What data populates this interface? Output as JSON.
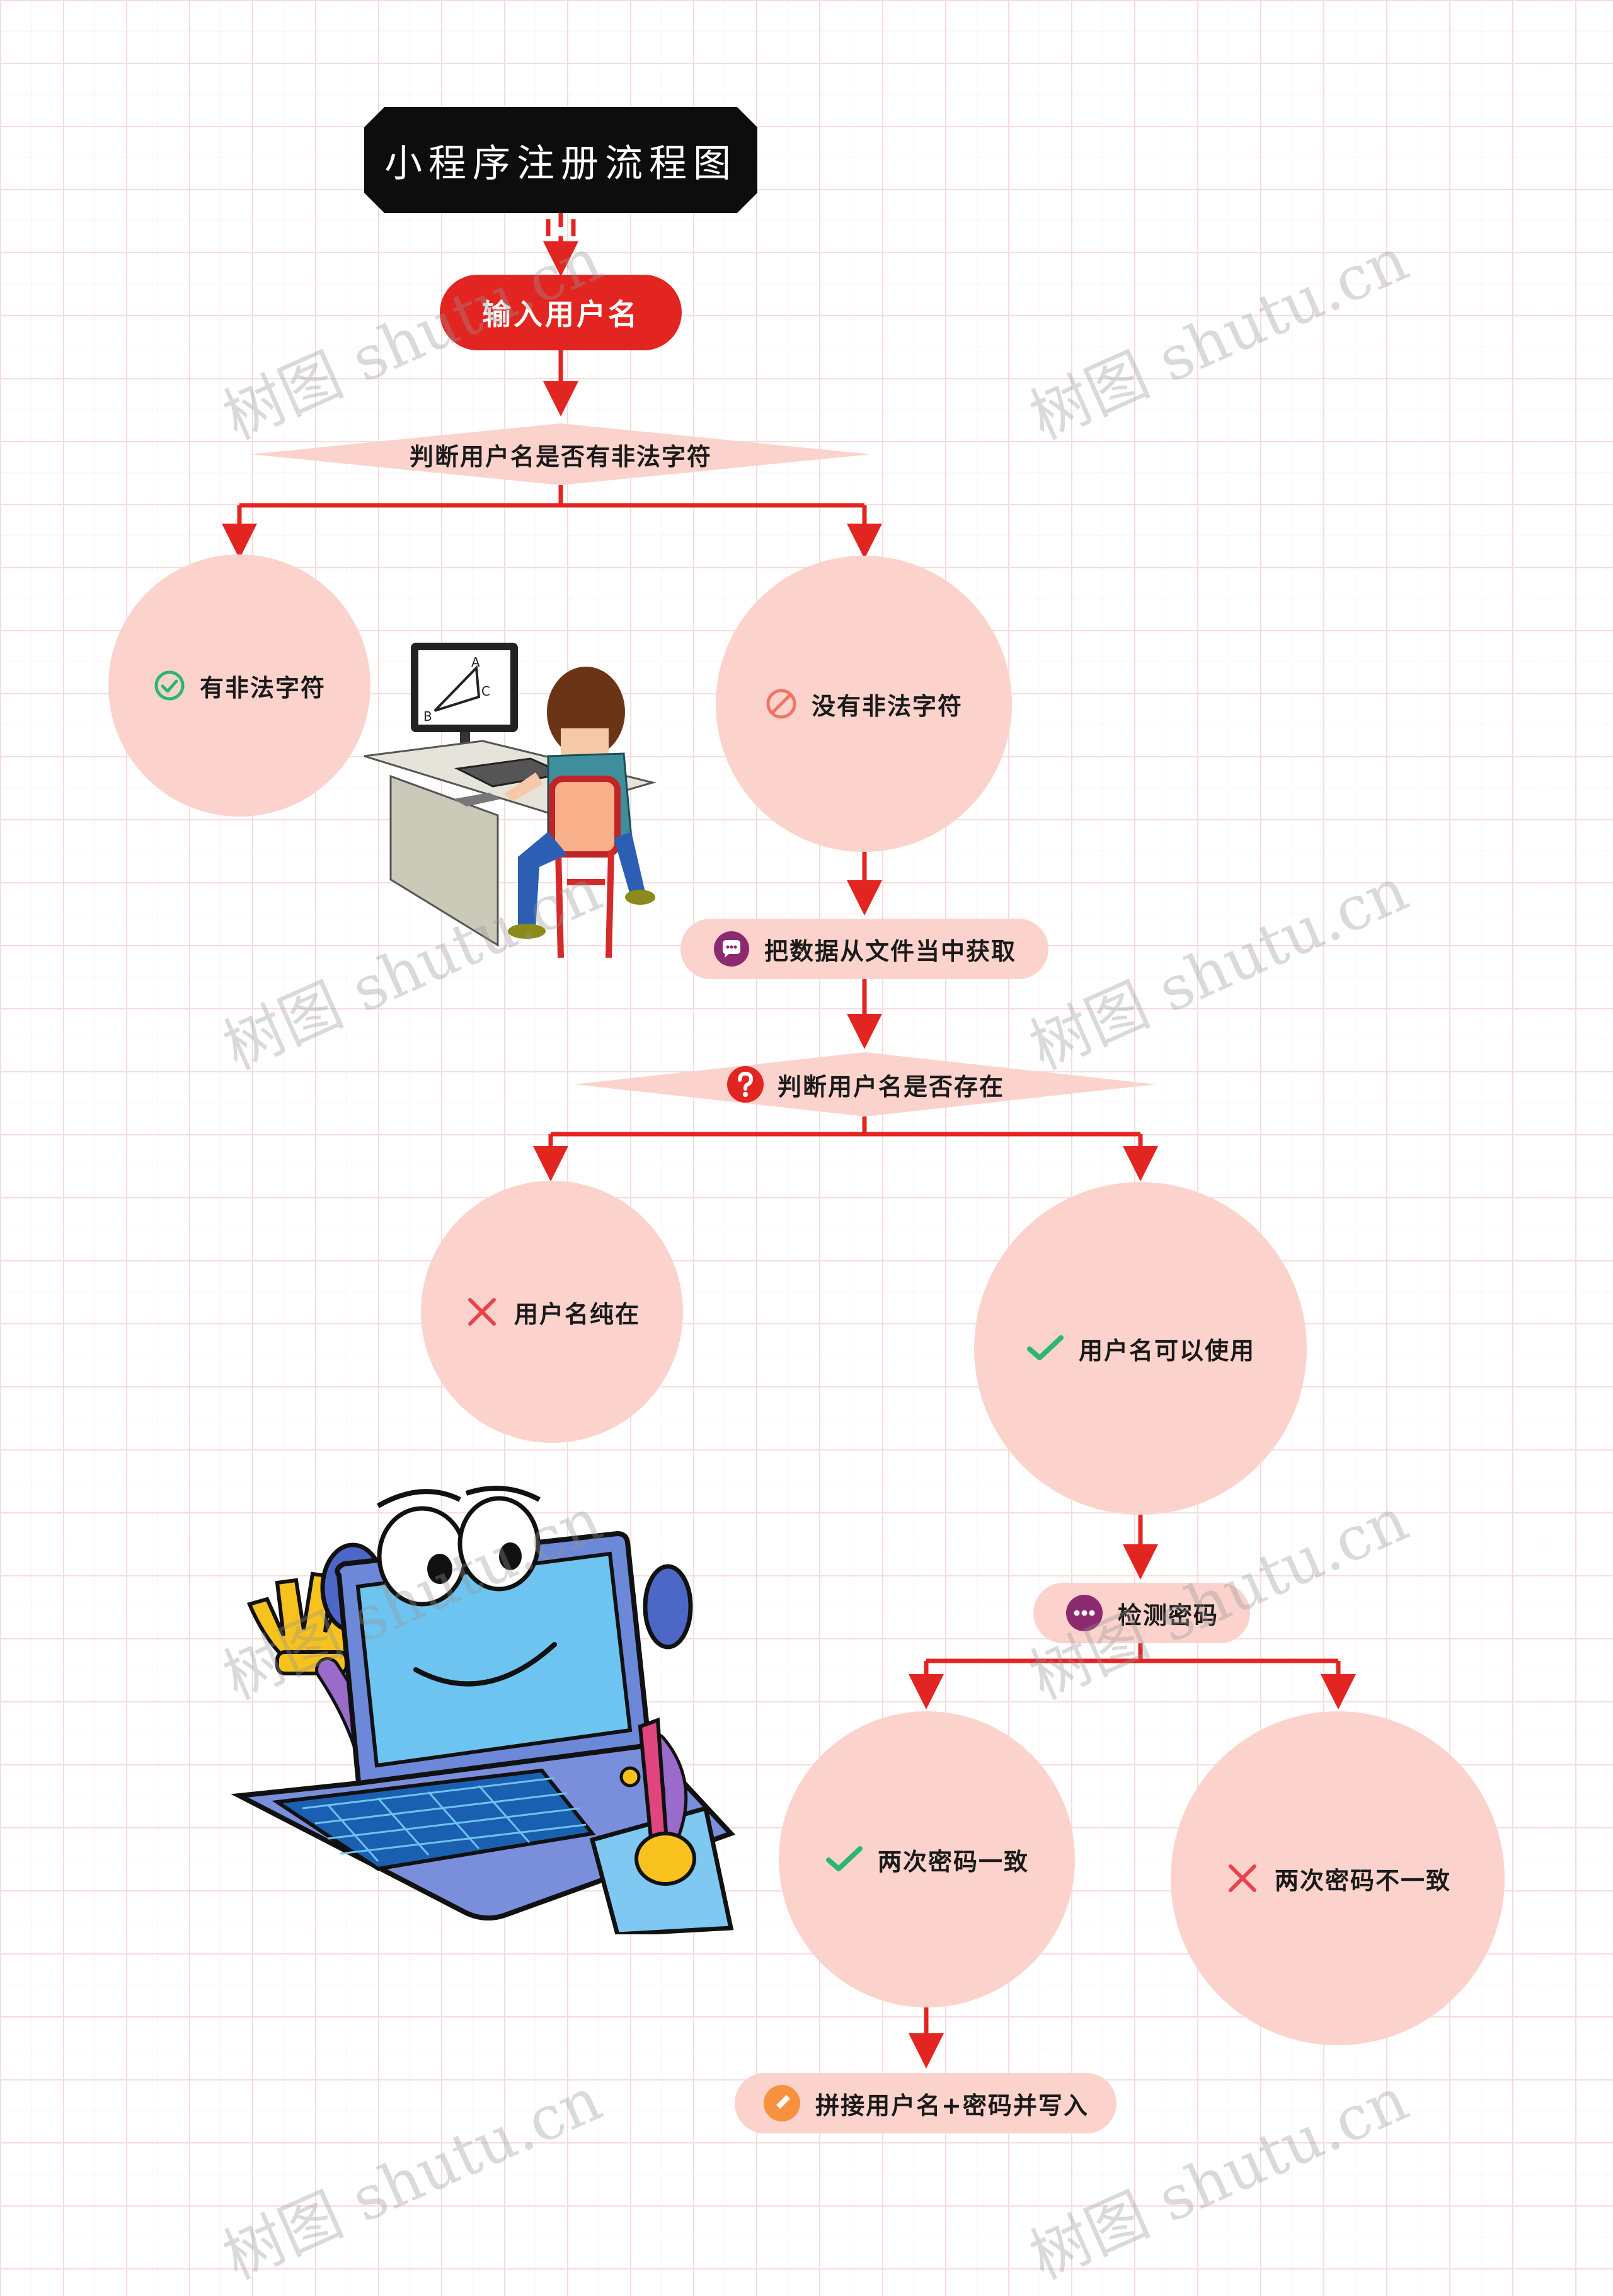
{
  "title": "小程序注册流程图",
  "nodes": {
    "start": "输入用户名",
    "check_illegal": "判断用户名是否有非法字符",
    "has_illegal": "有非法字符",
    "no_illegal": "没有非法字符",
    "load_file": "把数据从文件当中获取",
    "check_exists": "判断用户名是否存在",
    "exists": "用户名纯在",
    "usable": "用户名可以使用",
    "check_password": "检测密码",
    "match": "两次密码一致",
    "mismatch": "两次密码不一致",
    "write": "拼接用户名+密码并写入"
  },
  "illustration": {
    "monitor_labels": [
      "A",
      "B",
      "C"
    ]
  },
  "watermark": "树图 shutu.cn",
  "colors": {
    "accent": "#e32522",
    "node_fill": "#fbd3cc",
    "title_bg": "#0d0d0d",
    "check_green": "#2bb673",
    "cross_red": "#e9424f",
    "icon_purple": "#8b2a6f",
    "icon_orange": "#f7913d"
  }
}
